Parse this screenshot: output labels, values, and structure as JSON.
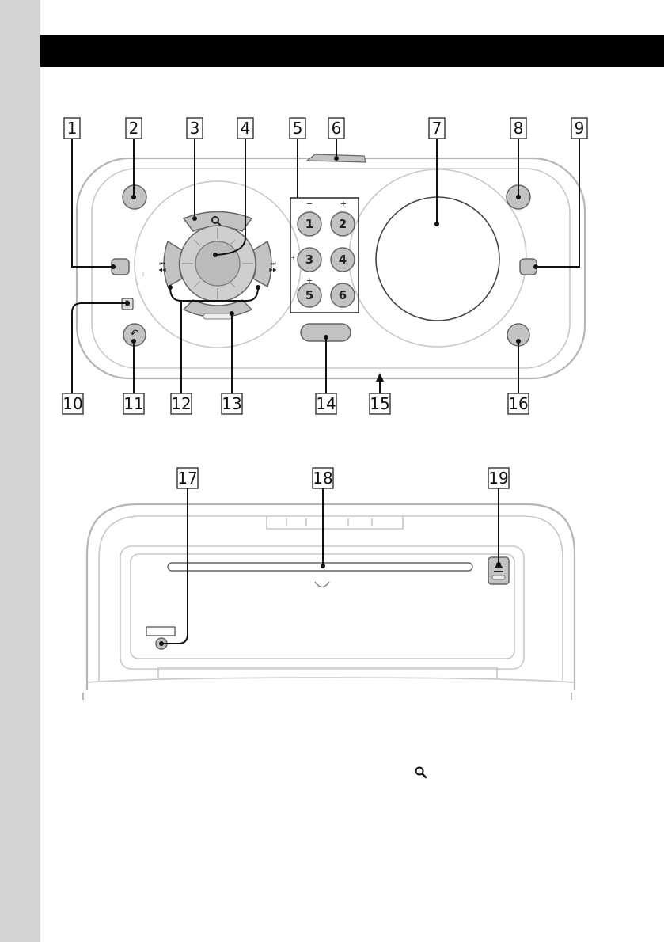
{
  "callouts": {
    "c1": "1",
    "c2": "2",
    "c3": "3",
    "c4": "4",
    "c5": "5",
    "c6": "6",
    "c7": "7",
    "c8": "8",
    "c9": "9",
    "c10": "10",
    "c11": "11",
    "c12": "12",
    "c13": "13",
    "c14": "14",
    "c15": "15",
    "c16": "16",
    "c17": "17",
    "c18": "18",
    "c19": "19"
  },
  "preset_buttons": {
    "b1": "1",
    "b2": "2",
    "b3": "3",
    "b4": "4",
    "b5": "5",
    "b6": "6",
    "minus_mark": "−",
    "plus_mark": "+",
    "plus_mark_2": "+"
  },
  "glyphs": {
    "prev": "⏮",
    "rew": "◀◀",
    "next": "⏭",
    "ffw": "▶▶",
    "back": "↶",
    "eject": "⏏"
  },
  "icons": {
    "search": "search-icon",
    "back": "back-arrow-icon",
    "eject": "eject-icon",
    "remote_sensor": "remote-sensor-icon"
  }
}
